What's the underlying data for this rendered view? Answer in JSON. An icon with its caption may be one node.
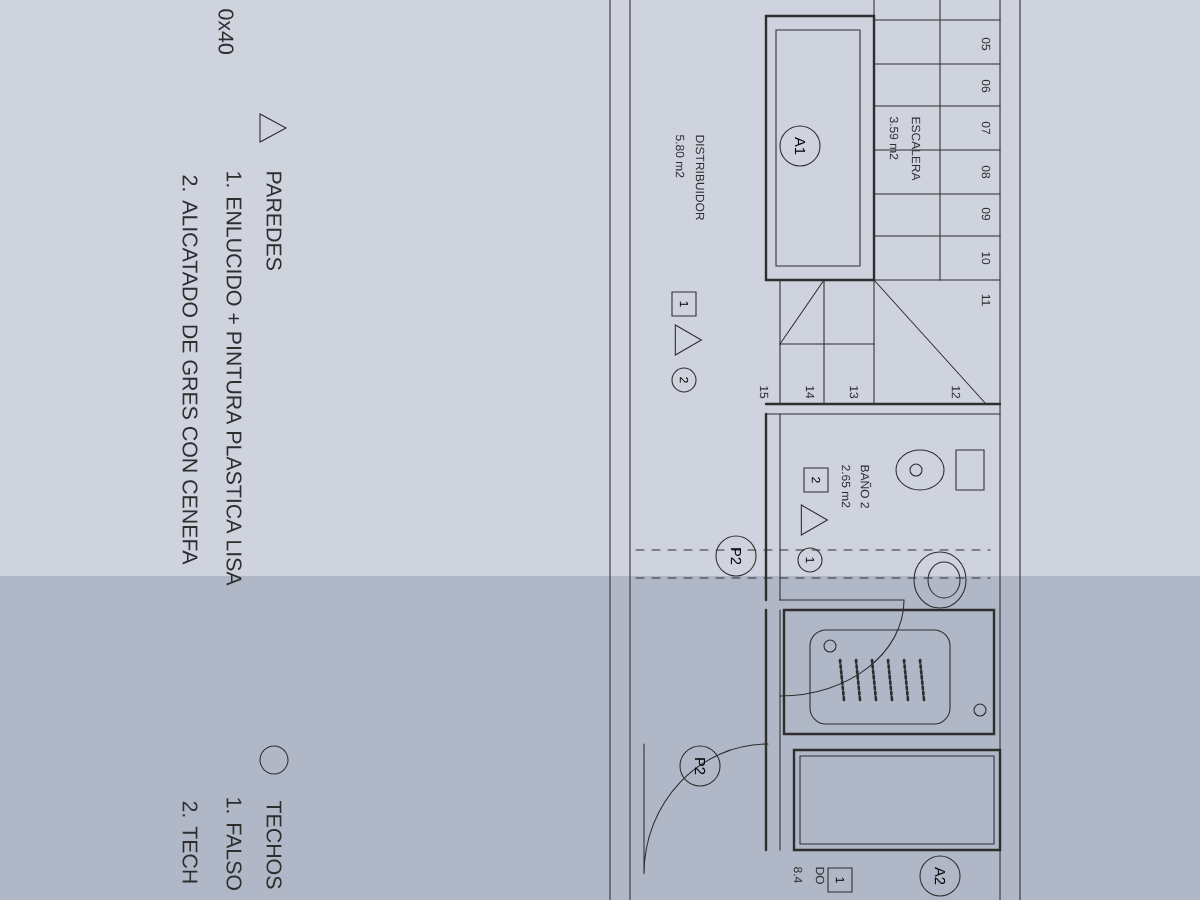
{
  "diagram": {
    "nodes": [
      {
        "text": [
          "A1"
        ]
      },
      {
        "text": [
          "1"
        ]
      },
      {
        "text": [],
        "shape": "triangle"
      },
      {
        "text": [
          "2"
        ]
      },
      {
        "text": [
          "2"
        ]
      },
      {
        "text": [],
        "shape": "triangle"
      },
      {
        "text": [
          "1"
        ]
      },
      {
        "text": [
          "P2"
        ]
      },
      {
        "text": [
          "P2"
        ]
      },
      {
        "text": [
          "1"
        ]
      },
      {
        "text": [
          "A2"
        ]
      }
    ],
    "labels": [
      "0x40",
      "PAREDES",
      "1. ENLUCIDO + PINTURA PLASTICA LISA",
      "2. ALICATADO DE GRES CON CENEFA",
      "TECHOS",
      "1. FALSO",
      "2. TECH",
      "ESCALERA",
      "3.59 m2",
      "DISTRIBUIDOR",
      "5.80 m2",
      "05",
      "06",
      "07",
      "08",
      "09",
      "10",
      "11",
      "12",
      "13",
      "14",
      "15",
      "BAÑO 2",
      "2.65 m2",
      "DO",
      "8.4"
    ]
  }
}
